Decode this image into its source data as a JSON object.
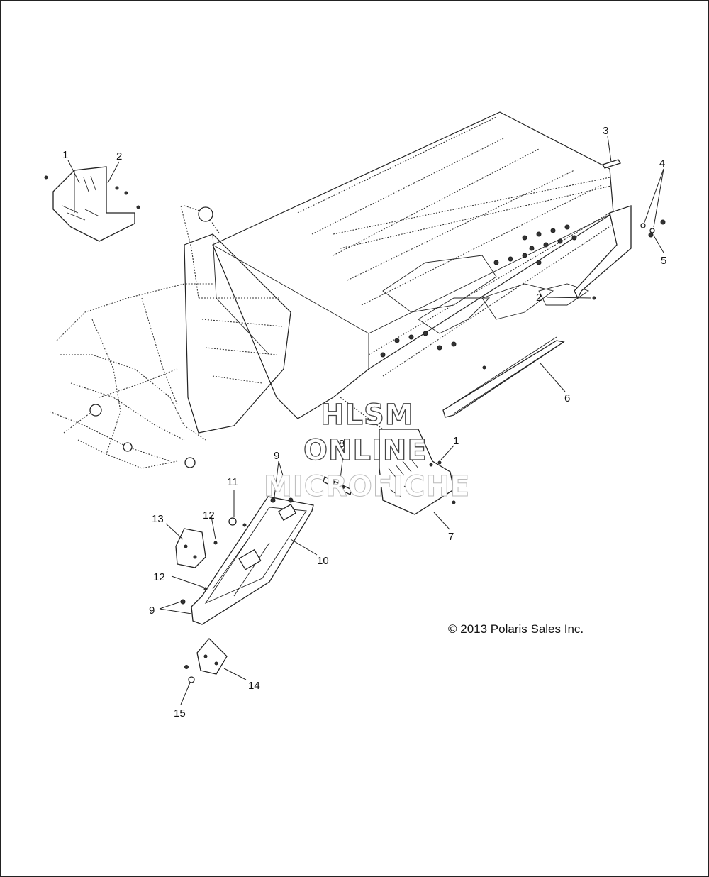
{
  "diagram": {
    "callouts": [
      {
        "id": "c1a",
        "label": "1"
      },
      {
        "id": "c2a",
        "label": "2"
      },
      {
        "id": "c3",
        "label": "3"
      },
      {
        "id": "c4",
        "label": "4"
      },
      {
        "id": "c5",
        "label": "5"
      },
      {
        "id": "c2b",
        "label": "2"
      },
      {
        "id": "c6",
        "label": "6"
      },
      {
        "id": "c1b",
        "label": "1"
      },
      {
        "id": "c7",
        "label": "7"
      },
      {
        "id": "c8",
        "label": "8"
      },
      {
        "id": "c9a",
        "label": "9"
      },
      {
        "id": "c10",
        "label": "10"
      },
      {
        "id": "c11",
        "label": "11"
      },
      {
        "id": "c12a",
        "label": "12"
      },
      {
        "id": "c13",
        "label": "13"
      },
      {
        "id": "c12b",
        "label": "12"
      },
      {
        "id": "c9b",
        "label": "9"
      },
      {
        "id": "c14",
        "label": "14"
      },
      {
        "id": "c15",
        "label": "15"
      }
    ],
    "copyright": "© 2013 Polaris Sales Inc.",
    "watermark": {
      "line1": "HLSM",
      "line2": "ONLINE",
      "line3": "MICROFICHE"
    }
  }
}
